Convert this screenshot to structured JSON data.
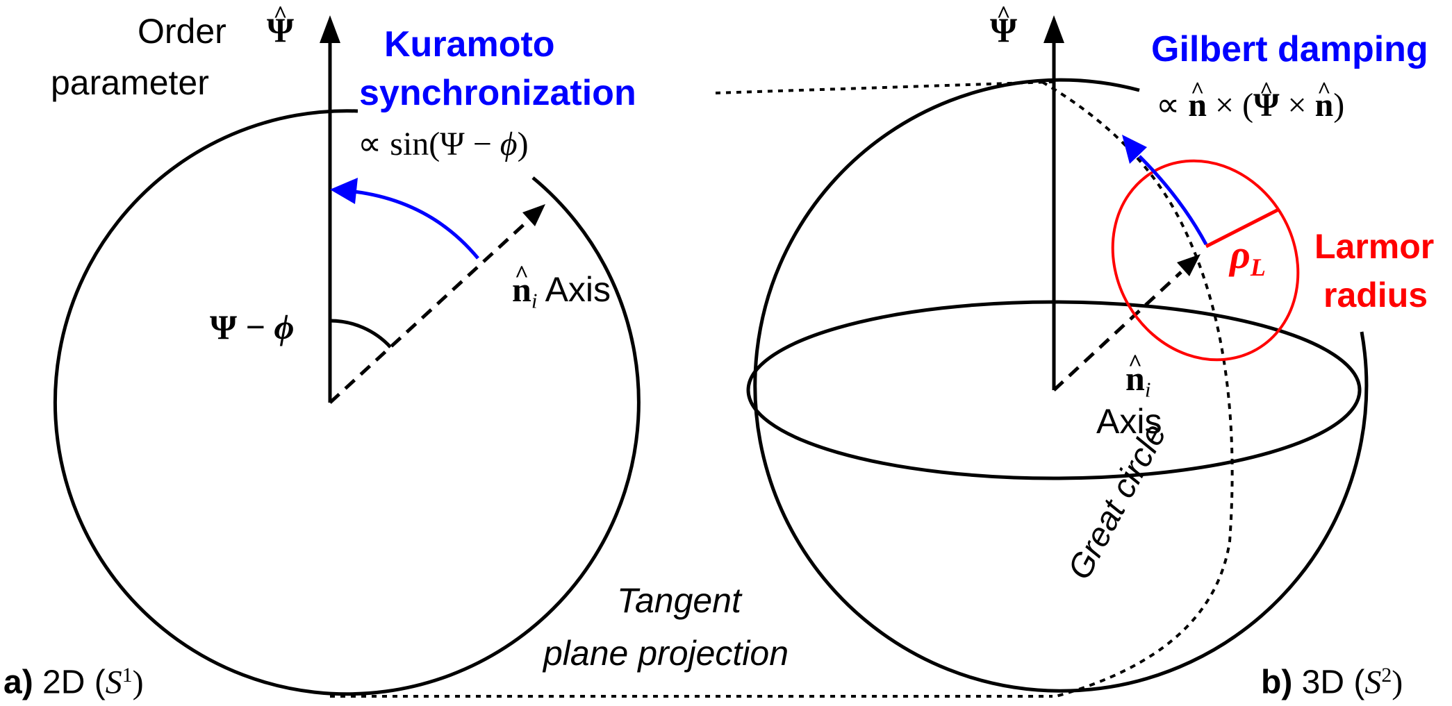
{
  "diagram": {
    "left": {
      "axis_top_label_line1": "Order",
      "axis_top_label_line2": "parameter",
      "psi_hat_symbol": "Ψ",
      "blue_title_line1": "Kuramoto",
      "blue_title_line2": "synchronization",
      "formula_prefix": "∝ sin(Ψ − ",
      "formula_phi": "ϕ",
      "formula_suffix": ")",
      "angle_label_psi": "Ψ − ",
      "angle_label_phi": "ϕ",
      "n_symbol": "n",
      "n_sub": "i",
      "axis_word": "Axis",
      "panel_letter": "a)",
      "panel_text": "2D (",
      "panel_S": "S",
      "panel_sup": "1",
      "panel_close": ")"
    },
    "right": {
      "psi_hat_symbol": "Ψ",
      "blue_title": "Gilbert damping",
      "formula_prop": "∝ ",
      "formula_n1": "n",
      "formula_mid": " × (",
      "formula_psi": "Ψ",
      "formula_times": " × ",
      "formula_n2": "n",
      "formula_close": ")",
      "rho_symbol": "ρ",
      "rho_sub": "L",
      "red_line1": "Larmor",
      "red_line2": "radius",
      "n_symbol": "n",
      "n_sub": "i",
      "axis_word": "Axis",
      "great_circle": "Great circle",
      "panel_letter": "b)",
      "panel_text": "3D (",
      "panel_S": "S",
      "panel_sup": "2",
      "panel_close": ")"
    },
    "middle": {
      "line1": "Tangent",
      "line2": "plane projection"
    },
    "colors": {
      "blue": "#0000ff",
      "red": "#ff0000",
      "black": "#000000"
    }
  }
}
